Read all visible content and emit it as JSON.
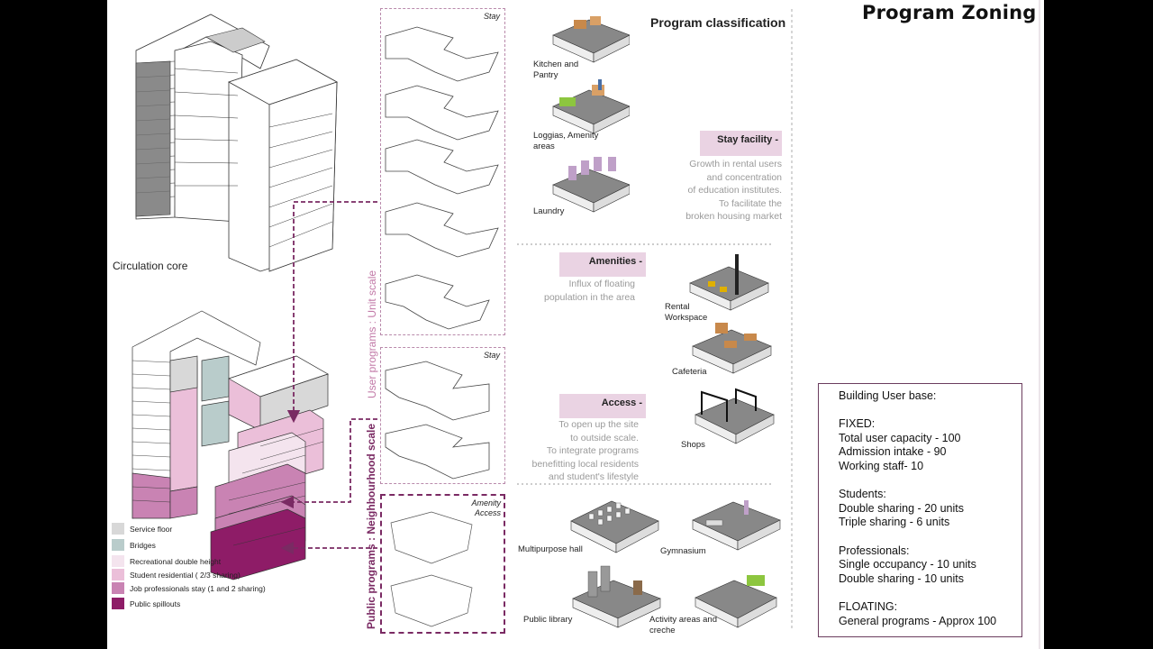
{
  "sheet_title": "Program Zoning",
  "section_title": "Program classification",
  "left": {
    "circulation_label": "Circulation core",
    "legend": [
      {
        "label": "Service floor",
        "color": "#d8d8d8"
      },
      {
        "label": "Bridges",
        "color": "#b9cccb"
      },
      {
        "label": "Recreational double height",
        "color": "#f4e4ee"
      },
      {
        "label": "Student residential ( 2/3 sharing)",
        "color": "#ebbfd9"
      },
      {
        "label": "Job professionals stay (1 and 2 sharing)",
        "color": "#c983b3"
      },
      {
        "label": "Public spillouts",
        "color": "#8e1c67"
      }
    ]
  },
  "middle": {
    "vertical_label_top": "User programs : Unit scale",
    "vertical_label_bottom": "Public programs : Neighbourhood scale",
    "panel_stay_1": "Stay",
    "panel_stay_2": "Stay",
    "panel_amenity": "Amenity",
    "panel_access": "Access"
  },
  "programs": {
    "stay_items": [
      "Kitchen and Pantry",
      "Loggias, Amenity areas",
      "Laundry"
    ],
    "stay_facility": {
      "heading": "Stay facility -",
      "lines": [
        "Growth in rental users",
        "and concentration",
        "of education institutes.",
        "To facilitate the",
        "broken housing market"
      ]
    },
    "amenities": {
      "heading": "Amenities -",
      "lines": [
        "Influx of floating",
        "population in the area"
      ]
    },
    "amenity_items": [
      "Rental Workspace",
      "Cafeteria",
      "Shops"
    ],
    "access": {
      "heading": "Access -",
      "lines": [
        "To open up the site",
        "to outside scale.",
        "To integrate programs",
        "benefitting local residents",
        "and student's lifestyle"
      ]
    },
    "public_items": [
      "Multipurpose hall",
      "Gymnasium",
      "Public library",
      "Activity areas and creche"
    ]
  },
  "user_base": {
    "title": "Building User base:",
    "fixed_heading": "FIXED:",
    "fixed": [
      "Total user capacity - 100",
      "Admission intake - 90",
      "Working staff- 10"
    ],
    "students_heading": "Students:",
    "students": [
      "Double sharing - 20 units",
      "Triple sharing - 6 units"
    ],
    "professionals_heading": "Professionals:",
    "professionals": [
      "Single occupancy - 10 units",
      "Double sharing - 10 units"
    ],
    "floating_heading": "FLOATING:",
    "floating": [
      "General programs - Approx 100"
    ]
  },
  "colors": {
    "accent": "#7a2a63",
    "pill": "#ead3e3",
    "border": "#6b3d5e"
  }
}
